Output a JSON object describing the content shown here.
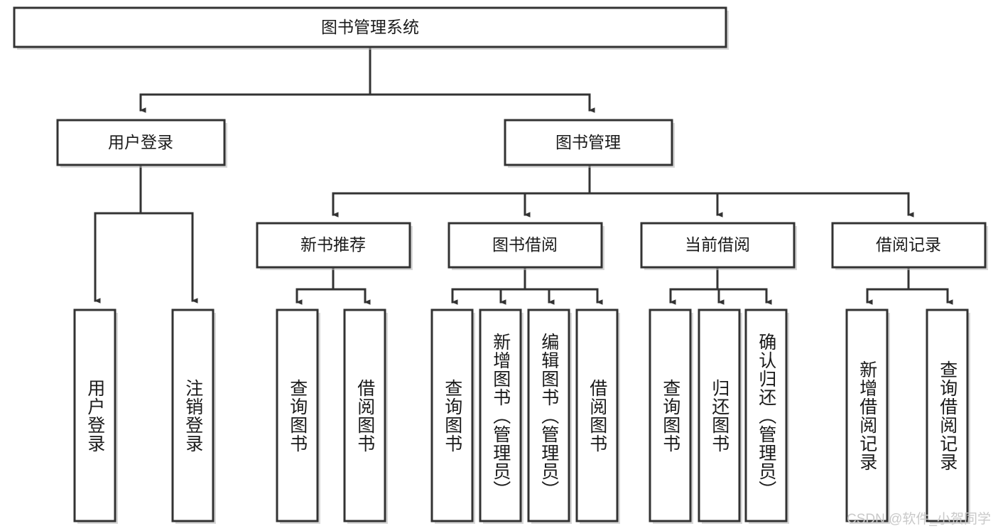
{
  "diagram": {
    "type": "tree",
    "title": "图书管理系统",
    "orientation": "top-down",
    "colors": {
      "stroke": "#333333",
      "fill": "#ffffff",
      "text": "#1a1a1a",
      "watermark": "#c9c9c9",
      "background": "#ffffff"
    },
    "nodes": {
      "root": {
        "label": "图书管理系统"
      },
      "level2": [
        {
          "label": "用户登录"
        },
        {
          "label": "图书管理"
        }
      ],
      "level3": [
        {
          "label": "新书推荐"
        },
        {
          "label": "图书借阅"
        },
        {
          "label": "当前借阅"
        },
        {
          "label": "借阅记录"
        }
      ],
      "leaves": {
        "user_login": [
          {
            "label": "用户登录"
          },
          {
            "label": "注销登录"
          }
        ],
        "new_book_recommend": [
          {
            "label": "查询图书"
          },
          {
            "label": "借阅图书"
          }
        ],
        "book_borrow": [
          {
            "label": "查询图书"
          },
          {
            "label": "新增图书（管理员）"
          },
          {
            "label": "编辑图书（管理员）"
          },
          {
            "label": "借阅图书"
          }
        ],
        "current_borrow": [
          {
            "label": "查询图书"
          },
          {
            "label": "归还图书"
          },
          {
            "label": "确认归还（管理员）"
          }
        ],
        "borrow_record": [
          {
            "label": "新增借阅记录"
          },
          {
            "label": "查询借阅记录"
          }
        ]
      }
    }
  },
  "watermark": {
    "text": "CSDN @软件_小贺同学"
  }
}
